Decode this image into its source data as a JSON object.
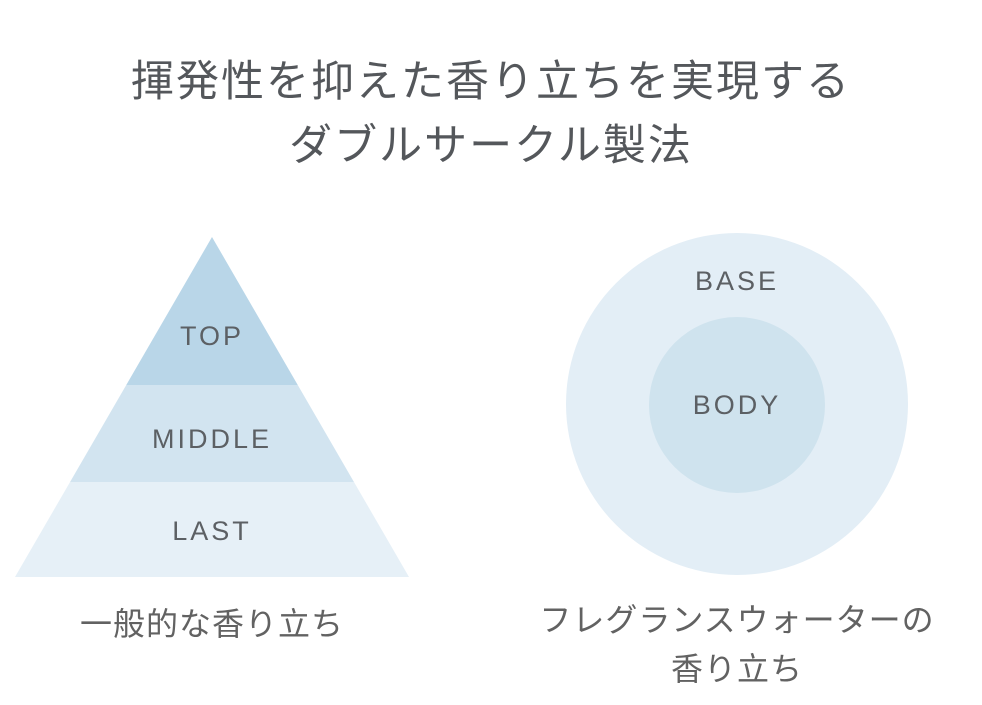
{
  "title": {
    "line1": "揮発性を抑えた香り立ちを実現する",
    "line2": "ダブルサークル製法"
  },
  "pyramid": {
    "layers": [
      {
        "label": "TOP",
        "color": "#b9d6e8"
      },
      {
        "label": "MIDDLE",
        "color": "#d2e4f0"
      },
      {
        "label": "LAST",
        "color": "#e6f0f7"
      }
    ],
    "caption": "一般的な香り立ち"
  },
  "circles": {
    "outer": {
      "label": "BASE",
      "color": "#e3eef6"
    },
    "inner": {
      "label": "BODY",
      "color": "#cfe3ee"
    },
    "caption_line1": "フレグランスウォーターの",
    "caption_line2": "香り立ち"
  },
  "colors": {
    "background": "#ffffff",
    "title_text": "#54575b",
    "label_text": "#5c6064",
    "caption_text": "#626262"
  }
}
